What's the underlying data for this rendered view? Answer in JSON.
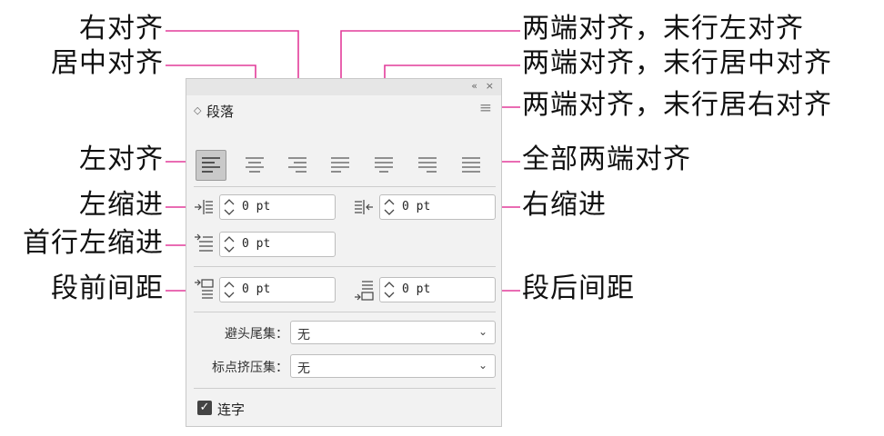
{
  "callouts": {
    "right_align": "右对齐",
    "center_align": "居中对齐",
    "left_align": "左对齐",
    "left_indent": "左缩进",
    "first_line_indent": "首行左缩进",
    "space_before": "段前间距",
    "justify_left": "两端对齐，末行左对齐",
    "justify_center": "两端对齐，末行居中对齐",
    "justify_right": "两端对齐，末行居右对齐",
    "justify_all": "全部两端对齐",
    "right_indent": "右缩进",
    "space_after": "段后间距"
  },
  "panel": {
    "title": "段落",
    "collapse_glyph": "«",
    "close_glyph": "×",
    "title_arrows": "◇",
    "menu_glyph": "≡",
    "fields": {
      "left_indent": "0 pt",
      "right_indent": "0 pt",
      "first_line_indent": "0 pt",
      "space_before": "0 pt",
      "space_after": "0 pt"
    },
    "kinsoku": {
      "label": "避头尾集：",
      "value": "无",
      "chevron": "⌄"
    },
    "mojikumi": {
      "label": "标点挤压集：",
      "value": "无",
      "chevron": "⌄"
    },
    "hyphenate": {
      "label": "连字",
      "checked": true,
      "check_glyph": "✓"
    }
  },
  "colors": {
    "leader": "#e23c9a",
    "panel_bg": "#f2f2f2",
    "selected_btn": "#c9c9c9"
  }
}
